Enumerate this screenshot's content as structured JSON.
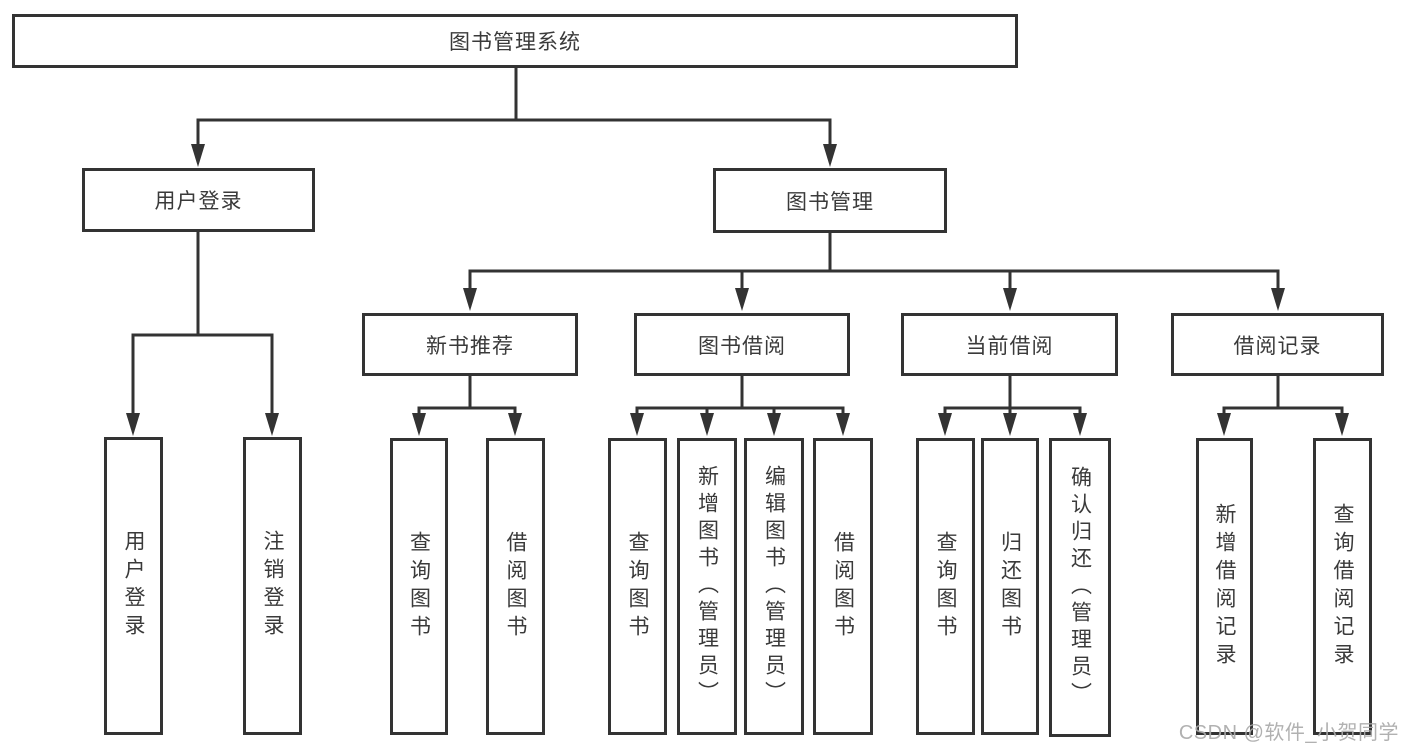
{
  "diagram": {
    "root": {
      "label": "图书管理系统"
    },
    "level2": [
      {
        "label": "用户登录"
      },
      {
        "label": "图书管理"
      }
    ],
    "level3": [
      {
        "label": "新书推荐"
      },
      {
        "label": "图书借阅"
      },
      {
        "label": "当前借阅"
      },
      {
        "label": "借阅记录"
      }
    ],
    "leaves": {
      "user_login": [
        {
          "label": "用户登录"
        },
        {
          "label": "注销登录"
        }
      ],
      "new_book": [
        {
          "label": "查询图书"
        },
        {
          "label": "借阅图书"
        }
      ],
      "book_borrow": [
        {
          "label": "查询图书"
        },
        {
          "label": "新增图书（管理员）"
        },
        {
          "label": "编辑图书（管理员）"
        },
        {
          "label": "借阅图书"
        }
      ],
      "current_borrow": [
        {
          "label": "查询图书"
        },
        {
          "label": "归还图书"
        },
        {
          "label": "确认归还（管理员）"
        }
      ],
      "borrow_records": [
        {
          "label": "新增借阅记录"
        },
        {
          "label": "查询借阅记录"
        }
      ]
    }
  },
  "watermark": {
    "text": "CSDN @软件_小贺同学"
  },
  "colors": {
    "line": "#333333",
    "text": "#3a3a3a",
    "box_background": "#ffffff",
    "watermark": "#ababab",
    "page_background": "#ffffff"
  }
}
